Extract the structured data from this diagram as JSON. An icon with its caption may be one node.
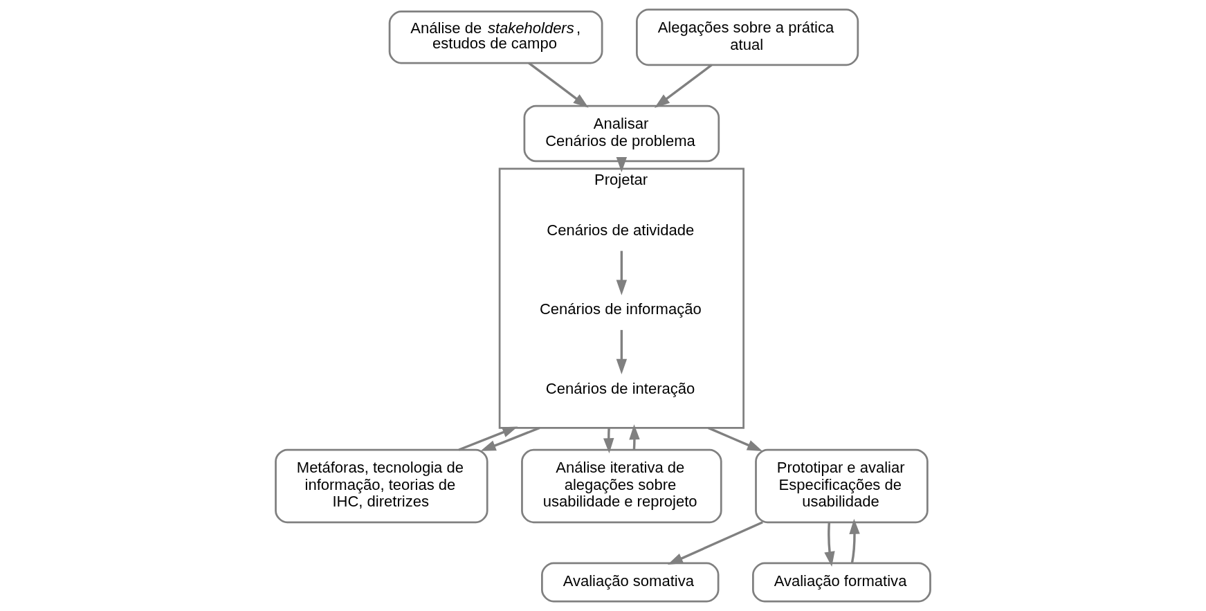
{
  "diagram": {
    "nodes": [
      {
        "text": [
          "Análise de *stakeholders*, estudos de campo"
        ]
      },
      {
        "text": [
          "Analisar",
          "Cenários de problema"
        ]
      },
      {
        "text": [
          "Alegações sobre a prática atual"
        ]
      },
      {
        "text": [
          "Projetar"
        ]
      },
      {
        "text": [
          "Cenários de atividade"
        ],
        "in": 3
      },
      {
        "text": [
          "Cenários de informação"
        ],
        "in": 3
      },
      {
        "text": [
          "Cenários de interação"
        ],
        "in": 3
      },
      {
        "text": [
          "Metáforas, tecnologia de informação, teorias de IHC, diretrizes"
        ]
      },
      {
        "text": [
          "Análise iterativa de alegações sobre usabilidade e reprojeto"
        ]
      },
      {
        "text": [
          "Prototipar e avaliar",
          "Especificações de usabilidade"
        ]
      },
      {
        "text": [
          "Avaliação somativa"
        ]
      },
      {
        "text": [
          "Avaliação formativa"
        ]
      }
    ],
    "edges": [
      {
        "from": 0,
        "to": 1,
        "arrow": "to"
      },
      {
        "from": 2,
        "to": 1,
        "arrow": "to"
      },
      {
        "from": 1,
        "to": 3,
        "arrow": "to"
      },
      {
        "from": 4,
        "to": 5,
        "arrow": "to"
      },
      {
        "from": 5,
        "to": 6,
        "arrow": "to"
      },
      {
        "from": 7,
        "to": 3,
        "arrow": "to"
      },
      {
        "from": 3,
        "to": 7,
        "arrow": "to"
      },
      {
        "from": 3,
        "to": 8,
        "arrow": "to"
      },
      {
        "from": 8,
        "to": 3,
        "arrow": "to"
      },
      {
        "from": 3,
        "to": 9,
        "arrow": "to"
      },
      {
        "from": 9,
        "to": 10,
        "arrow": "to"
      },
      {
        "from": 9,
        "to": 11,
        "arrow": "to"
      },
      {
        "from": 11,
        "to": 9,
        "arrow": "to"
      }
    ]
  }
}
